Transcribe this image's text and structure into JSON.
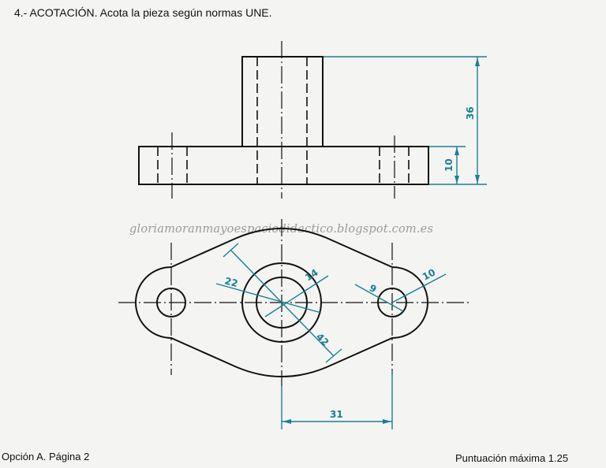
{
  "header": {
    "title": "4.- ACOTACIÓN. Acota la pieza según normas UNE."
  },
  "watermark": "gloriamoranmayoespaciodidactico.blogspot.com.es",
  "footer": {
    "left": "Opción A. Página 2",
    "right": "Puntuación máxima 1.25"
  },
  "colors": {
    "line": "#111111",
    "dimension": "#1a7f95",
    "background": "#f4f4f2"
  },
  "drawing": {
    "front_view": {
      "dimensions": {
        "total_height": "36",
        "base_height": "10"
      }
    },
    "top_view": {
      "dimensions": {
        "boss_outer_diameter": "22",
        "bore_diameter": "14",
        "flange_radius": "42",
        "hole_diameter": "9",
        "lobe_radius": "10",
        "hole_center_distance": "31"
      }
    }
  }
}
